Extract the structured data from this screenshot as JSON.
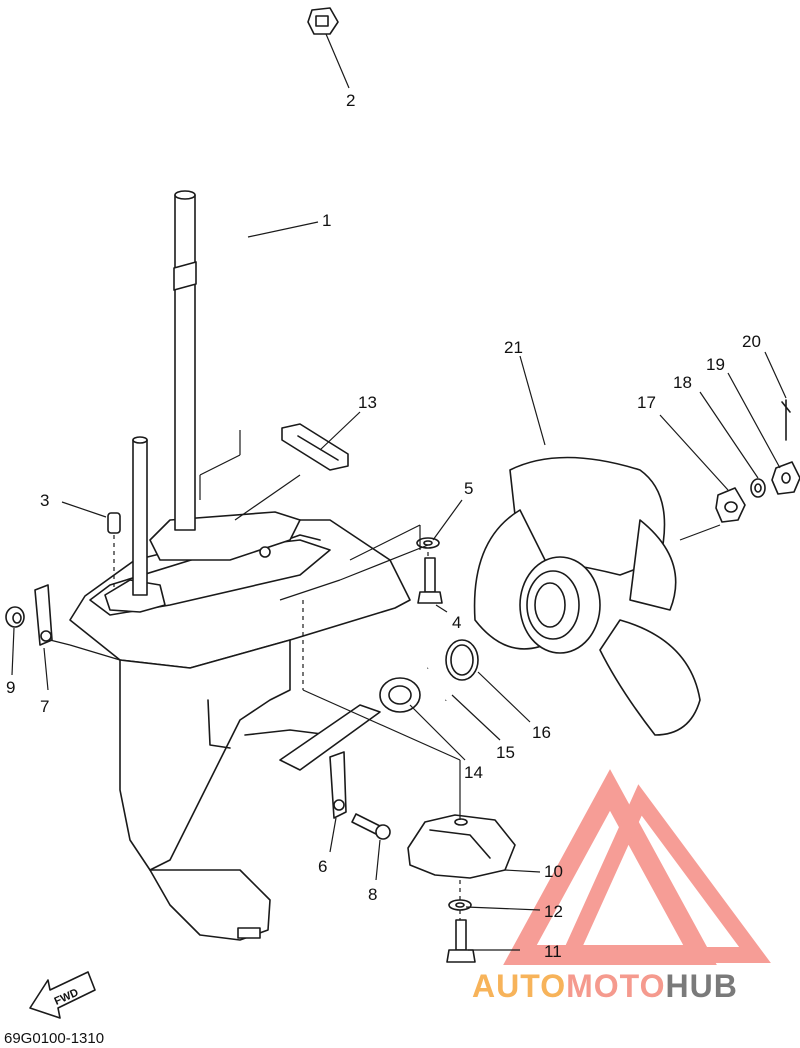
{
  "diagram_code": "69G0100-1310",
  "fwd_label": "FWD",
  "watermark": {
    "part1": "AUTO",
    "part2": "MOTO",
    "part3": "HUB",
    "color_part1": "#f7b35a",
    "color_part2": "#f59a8e",
    "color_part3": "#7a7a7a",
    "triangle_color": "#f58c84"
  },
  "callouts": {
    "c1": "1",
    "c2": "2",
    "c3": "3",
    "c4": "4",
    "c5": "5",
    "c6": "6",
    "c7": "7",
    "c8": "8",
    "c9": "9",
    "c10": "10",
    "c11": "11",
    "c12": "12",
    "c13": "13",
    "c14": "14",
    "c15": "15",
    "c16": "16",
    "c17": "17",
    "c18": "18",
    "c19": "19",
    "c20": "20",
    "c21": "21"
  }
}
